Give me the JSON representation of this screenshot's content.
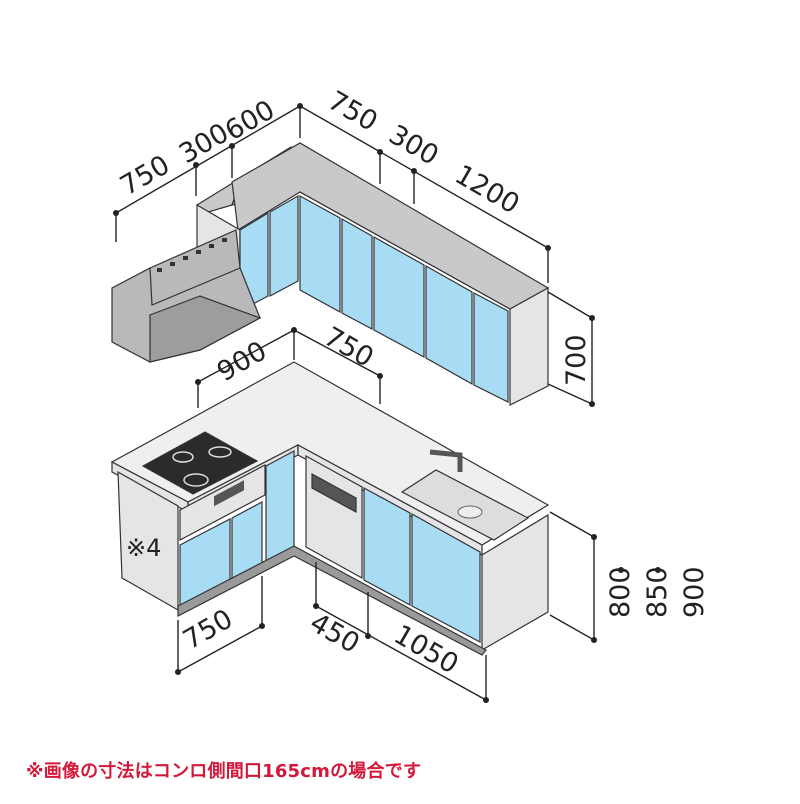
{
  "colors": {
    "door": "#a8dcf5",
    "door_dark": "#7fc3e8",
    "side": "#e5e5e7",
    "top": "#c9c9cb",
    "counter": "#efefef",
    "hood": "#b9b9bb",
    "hood_dark": "#9d9d9f",
    "plinth": "#9a9a9a",
    "note": "#d4183a"
  },
  "upper_dims": {
    "left": [
      "750",
      "300",
      "600"
    ],
    "right": [
      "750",
      "300",
      "1200"
    ],
    "height": "700"
  },
  "base_dims": {
    "top_left": "900",
    "top_right": "750",
    "bottom_left": "750",
    "bottom_mid": "450",
    "bottom_right": "1050",
    "heights": [
      "800",
      "850",
      "900"
    ],
    "side_mark": "※4"
  },
  "footnote": "※画像の寸法はコンロ側間口165cmの場合です"
}
